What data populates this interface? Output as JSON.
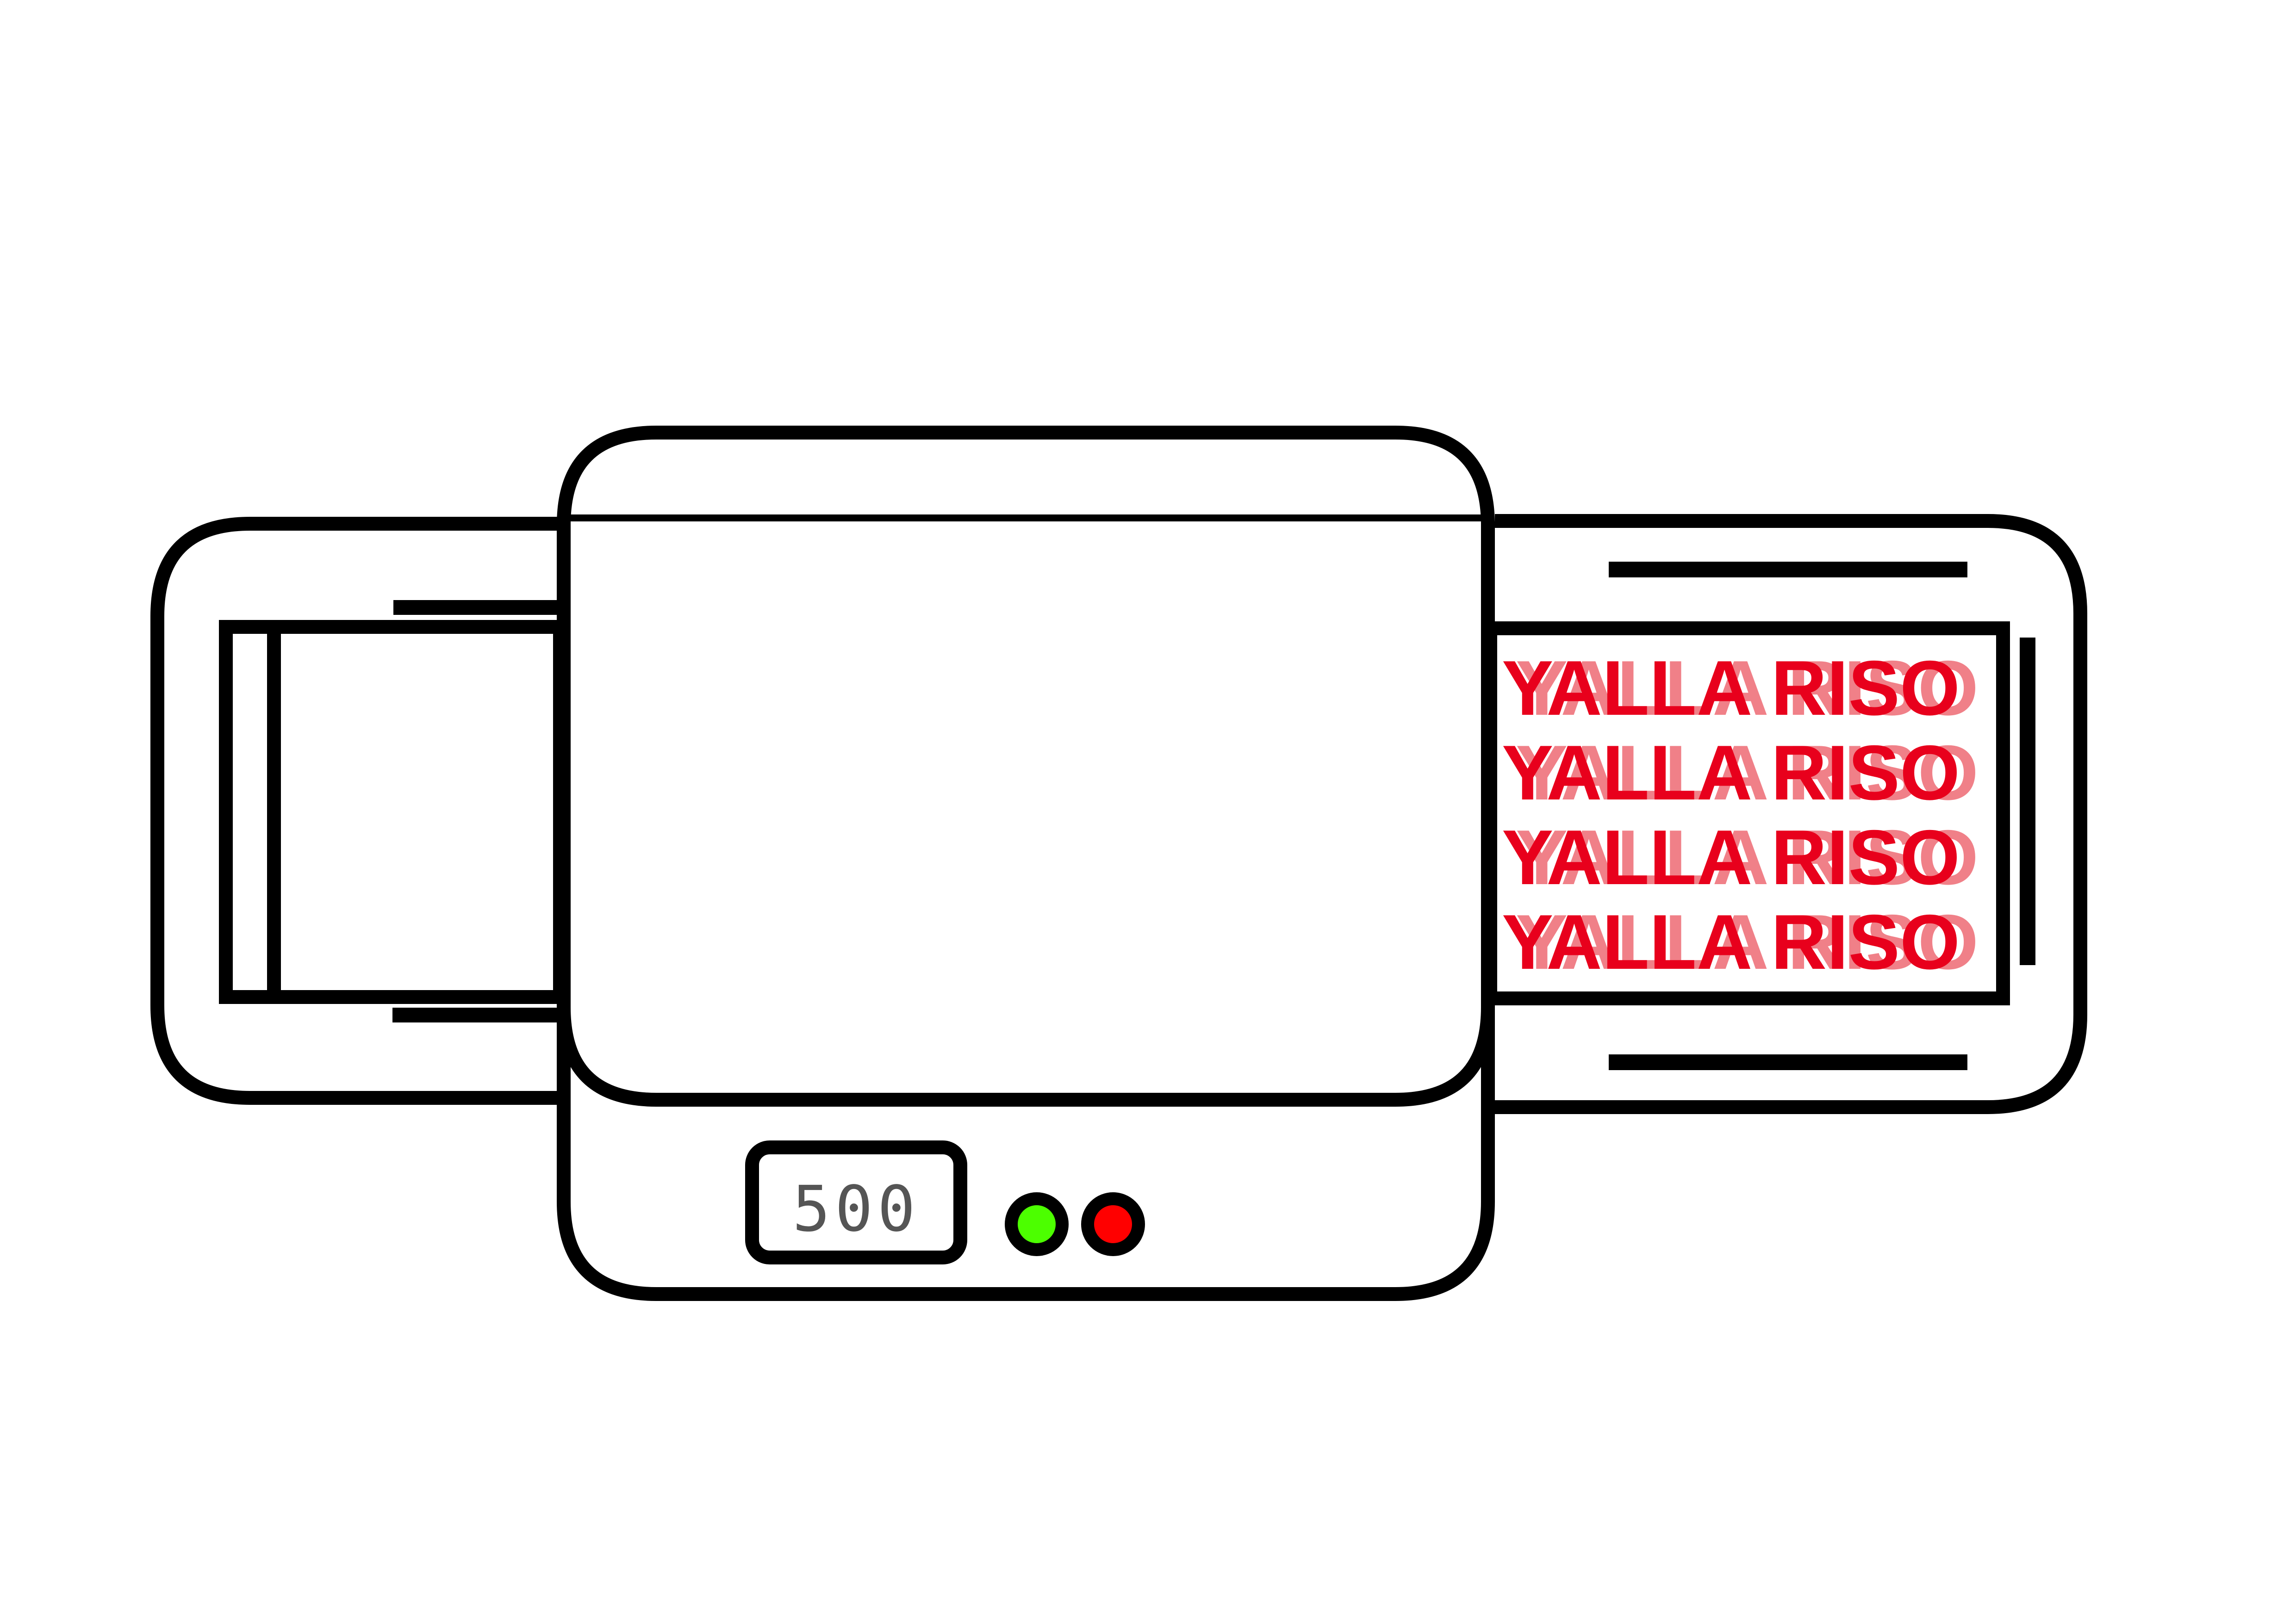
{
  "machine": {
    "name": "risograph-printer",
    "counter": {
      "value": "500"
    },
    "indicators": [
      {
        "name": "ready-light",
        "color": "#4cff00"
      },
      {
        "name": "error-light",
        "color": "#ff0000"
      }
    ],
    "output_sheet": {
      "lines": [
        "YALLA RISO",
        "YALLA RISO",
        "YALLA RISO",
        "YALLA RISO"
      ],
      "ink_color": "#e8001c",
      "offset_ink_color": "#f08088"
    }
  },
  "colors": {
    "stroke": "#000000",
    "background": "#ffffff"
  }
}
